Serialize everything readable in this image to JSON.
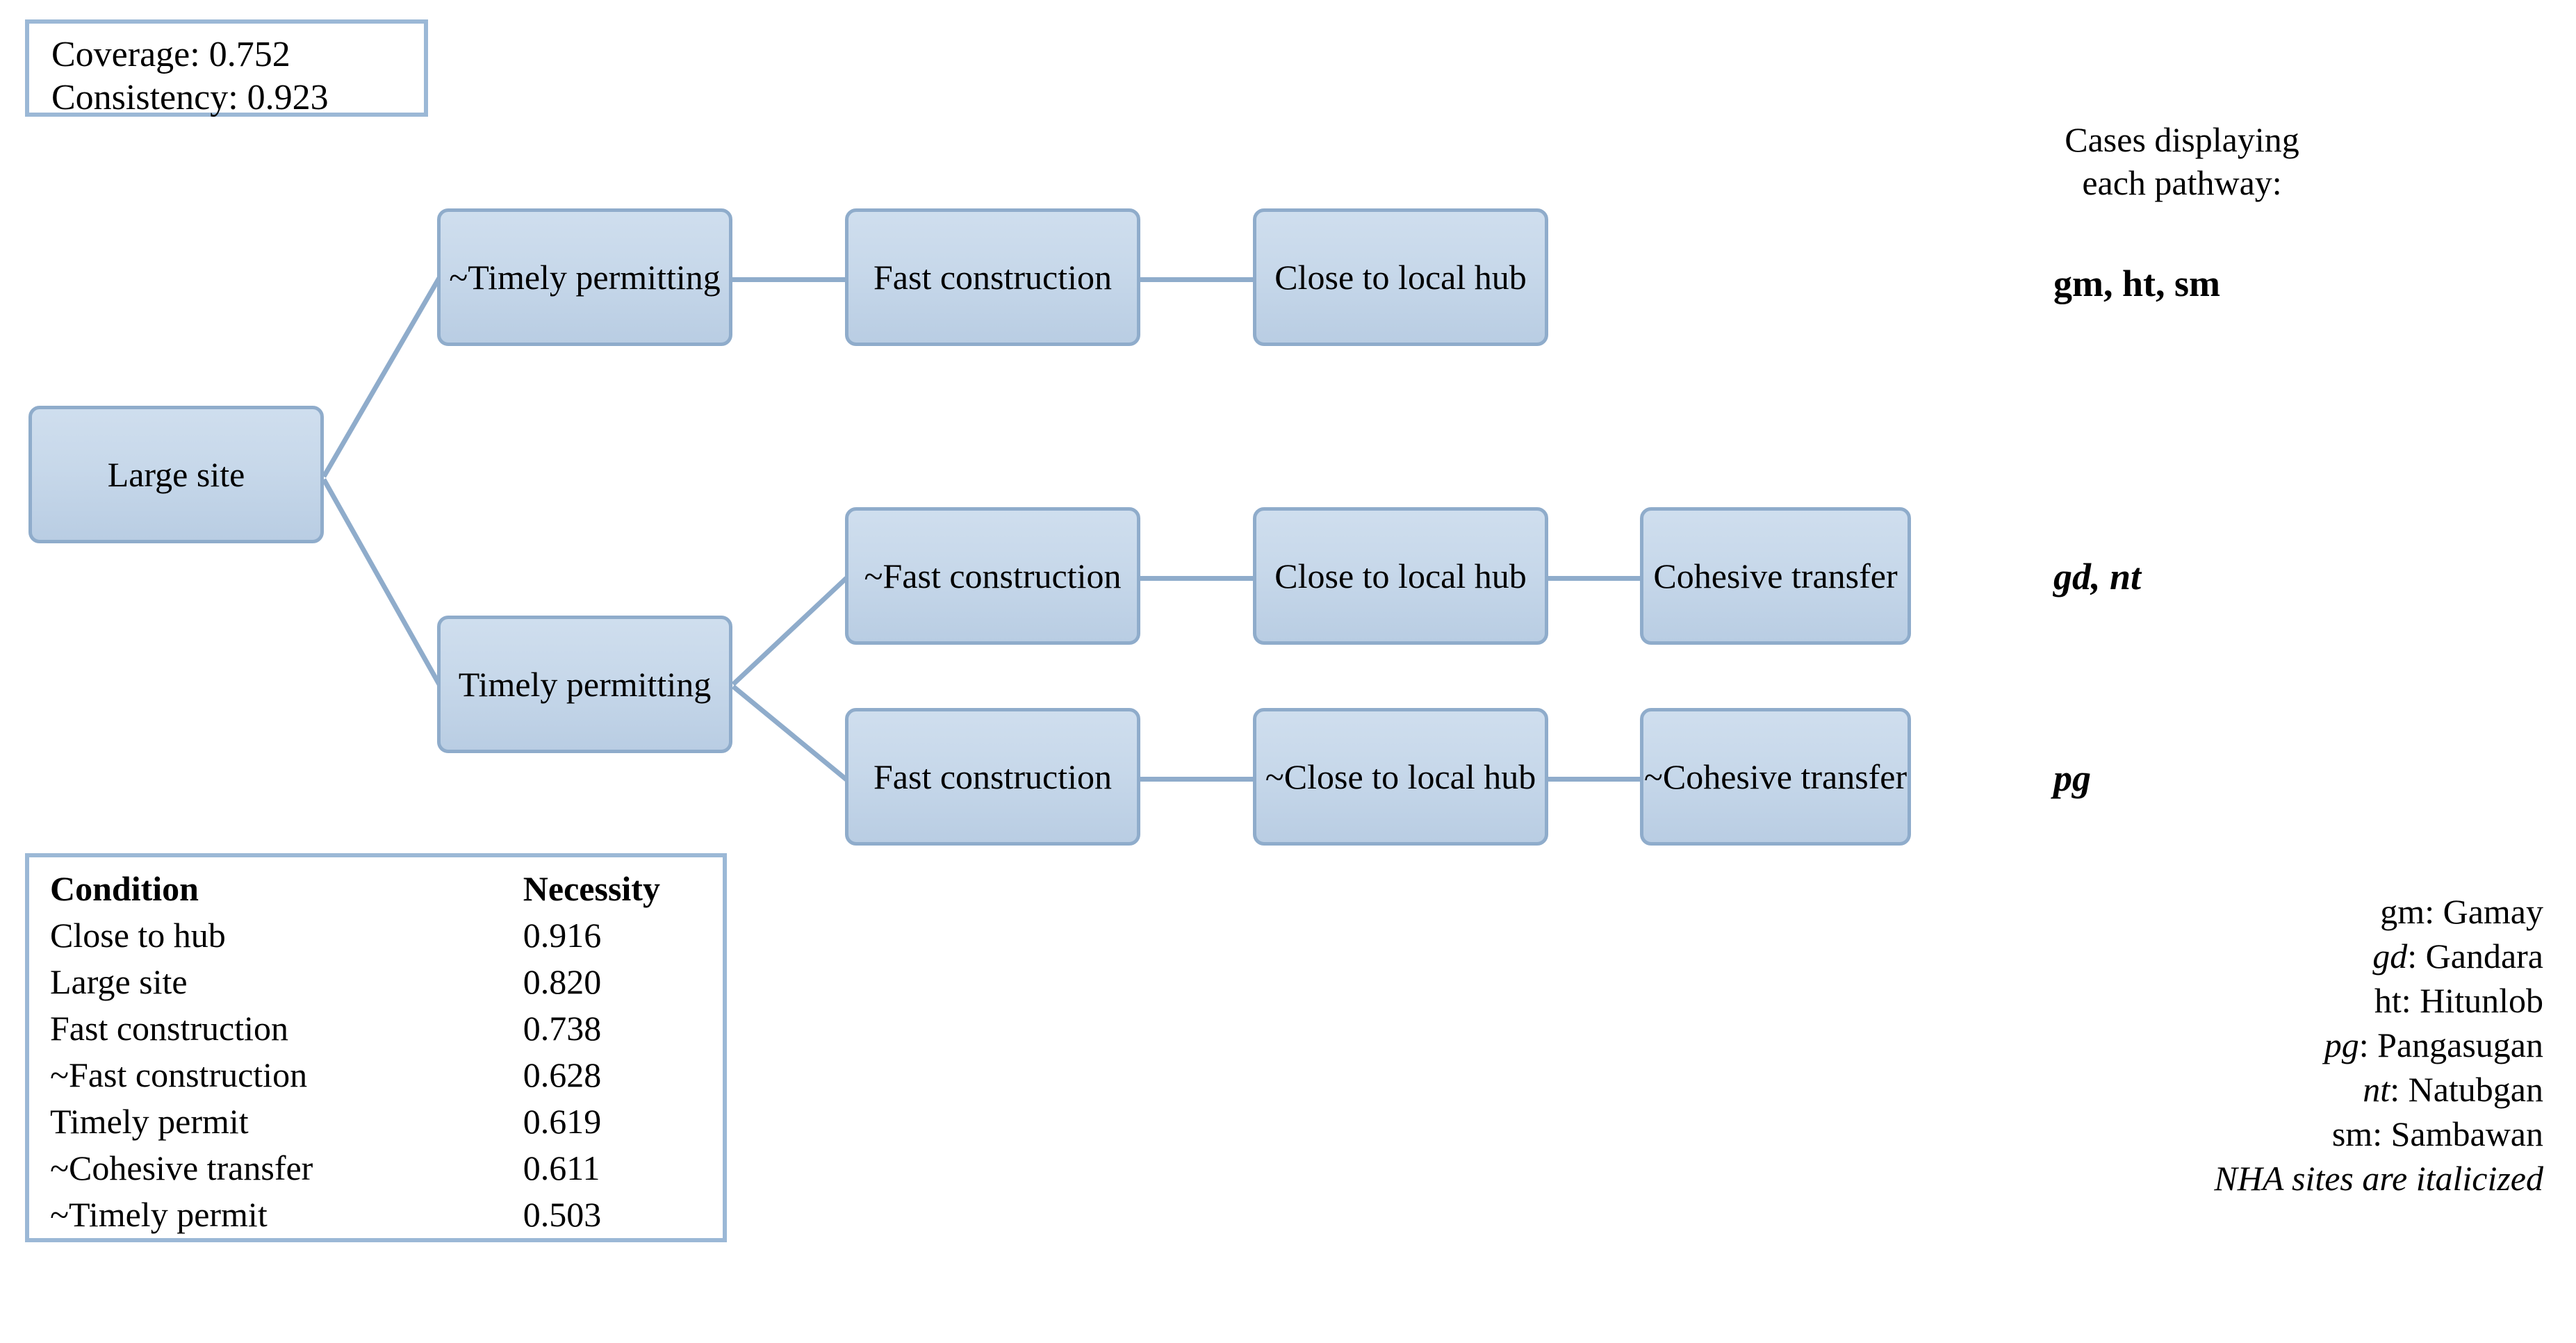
{
  "stats": {
    "coverage_line": "Coverage: 0.752",
    "consistency_line": "Consistency: 0.923"
  },
  "diagram": {
    "root": {
      "label": "Large site"
    },
    "branch_top": {
      "label": "~Timely permitting"
    },
    "branch_bottom": {
      "label": "Timely permitting"
    },
    "paths": [
      {
        "nodes": [
          "~Timely permitting",
          "Fast construction",
          "Close to local hub"
        ],
        "cases": "gm, ht, sm",
        "cases_italic": false
      },
      {
        "nodes": [
          "~Fast construction",
          "Close to local hub",
          "Cohesive transfer"
        ],
        "cases": "gd, nt",
        "cases_italic": true
      },
      {
        "nodes": [
          "Fast construction",
          "~Close to local hub",
          "~Cohesive transfer"
        ],
        "cases": "pg",
        "cases_italic": true
      }
    ],
    "node_labels": {
      "root": "Large site",
      "n_timely_permitting": "~Timely permitting",
      "timely_permitting": "Timely permitting",
      "fast_construction_top": "Fast construction",
      "close_to_local_hub_top": "Close to local hub",
      "n_fast_construction": "~Fast construction",
      "close_to_local_hub_mid": "Close to local hub",
      "cohesive_transfer": "Cohesive transfer",
      "fast_construction_bottom": "Fast construction",
      "n_close_to_local_hub": "~Close to local hub",
      "n_cohesive_transfer": "~Cohesive transfer"
    }
  },
  "cases_panel": {
    "header_line1": "Cases displaying",
    "header_line2": "each pathway:",
    "row1": "gm, ht, sm",
    "row2": "gd, nt",
    "row3": "pg"
  },
  "necessity_table": {
    "columns": [
      "Condition",
      "Necessity"
    ],
    "rows": [
      {
        "condition": "Close to hub",
        "necessity": "0.916"
      },
      {
        "condition": "Large site",
        "necessity": "0.820"
      },
      {
        "condition": "Fast construction",
        "necessity": "0.738"
      },
      {
        "condition": "~Fast construction",
        "necessity": "0.628"
      },
      {
        "condition": "Timely permit",
        "necessity": "0.619"
      },
      {
        "condition": "~Cohesive transfer",
        "necessity": "0.611"
      },
      {
        "condition": "~Timely permit",
        "necessity": "0.503"
      }
    ]
  },
  "legend": {
    "entries": [
      {
        "abbr": "gm",
        "name": "Gamay",
        "italic": false
      },
      {
        "abbr": "gd",
        "name": "Gandara",
        "italic": true
      },
      {
        "abbr": "ht",
        "name": "Hitunlob",
        "italic": false
      },
      {
        "abbr": "pg",
        "name": "Pangasugan",
        "italic": true
      },
      {
        "abbr": "nt",
        "name": "Natubgan",
        "italic": true
      },
      {
        "abbr": "sm",
        "name": "Sambawan",
        "italic": false
      }
    ],
    "items_text": [
      "gm: Gamay",
      "gd: Gandara",
      "ht: Hitunlob",
      "pg: Pangasugan",
      "nt: Natubgan",
      "sm: Sambawan"
    ],
    "note": "NHA sites are italicized"
  },
  "colors": {
    "node_border": "#8faccb",
    "node_fill_top": "#cfdeee",
    "node_fill_bottom": "#b9cde3",
    "box_border": "#9bb8d6",
    "connector": "#8faccb",
    "text": "#000000",
    "background": "#ffffff"
  }
}
